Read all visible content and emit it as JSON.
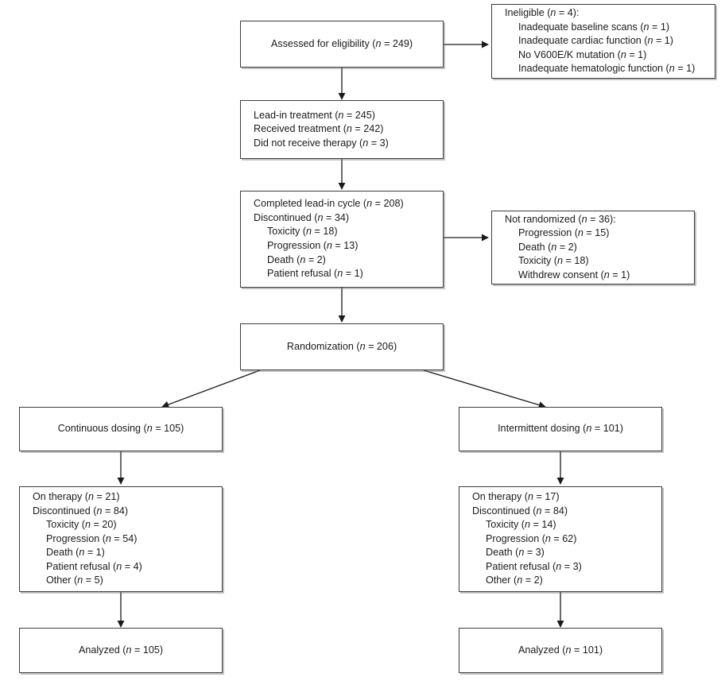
{
  "figure": {
    "type": "consort-flow-diagram",
    "title": "CONSORT participant flow diagram",
    "background_color": "#ffffff",
    "border_color": "#3d3d3d",
    "text_color": "#1a1a1a"
  },
  "nodes": {
    "assessed": {
      "name": "assessed-for-eligibility-box",
      "lines": [
        {
          "text": "Assessed for eligibility (n = 249)",
          "indent": false
        }
      ]
    },
    "ineligible": {
      "name": "ineligible-box",
      "lines": [
        {
          "text": "Ineligible (n = 4):",
          "indent": false
        },
        {
          "text": "Inadequate baseline scans (n = 1)",
          "indent": true
        },
        {
          "text": "Inadequate cardiac function (n = 1)",
          "indent": true
        },
        {
          "text": "No V600E/K mutation (n = 1)",
          "indent": true
        },
        {
          "text": "Inadequate hematologic function (n = 1)",
          "indent": true
        }
      ]
    },
    "leadin": {
      "name": "lead-in-treatment-box",
      "lines": [
        {
          "text": "Lead-in treatment (n = 245)",
          "indent": false
        },
        {
          "text": "Received treatment (n = 242)",
          "indent": false
        },
        {
          "text": "Did not receive therapy (n = 3)",
          "indent": false
        }
      ]
    },
    "completed": {
      "name": "completed-lead-in-cycle-box",
      "lines": [
        {
          "text": "Completed lead-in cycle (n = 208)",
          "indent": false
        },
        {
          "text": "Discontinued (n = 34)",
          "indent": false
        },
        {
          "text": "Toxicity (n = 18)",
          "indent": true
        },
        {
          "text": "Progression (n = 13)",
          "indent": true
        },
        {
          "text": "Death (n = 2)",
          "indent": true
        },
        {
          "text": "Patient refusal (n = 1)",
          "indent": true
        }
      ]
    },
    "not_randomized": {
      "name": "not-randomized-box",
      "lines": [
        {
          "text": "Not randomized (n = 36):",
          "indent": false
        },
        {
          "text": "Progression (n = 15)",
          "indent": true
        },
        {
          "text": "Death (n = 2)",
          "indent": true
        },
        {
          "text": "Toxicity (n = 18)",
          "indent": true
        },
        {
          "text": "Withdrew consent (n = 1)",
          "indent": true
        }
      ]
    },
    "randomization": {
      "name": "randomization-box",
      "lines": [
        {
          "text": "Randomization (n = 206)",
          "indent": false
        }
      ]
    },
    "continuous_dosing": {
      "name": "continuous-dosing-box",
      "lines": [
        {
          "text": "Continuous dosing (n = 105)",
          "indent": false
        }
      ]
    },
    "intermittent_dosing": {
      "name": "intermittent-dosing-box",
      "lines": [
        {
          "text": "Intermittent dosing (n = 101)",
          "indent": false
        }
      ]
    },
    "continuous_outcomes": {
      "name": "continuous-dosing-outcomes-box",
      "lines": [
        {
          "text": "On therapy (n = 21)",
          "indent": false
        },
        {
          "text": "Discontinued (n = 84)",
          "indent": false
        },
        {
          "text": "Toxicity (n = 20)",
          "indent": true
        },
        {
          "text": "Progression (n = 54)",
          "indent": true
        },
        {
          "text": "Death (n = 1)",
          "indent": true
        },
        {
          "text": "Patient refusal (n = 4)",
          "indent": true
        },
        {
          "text": "Other (n = 5)",
          "indent": true
        }
      ]
    },
    "intermittent_outcomes": {
      "name": "intermittent-dosing-outcomes-box",
      "lines": [
        {
          "text": "On therapy (n = 17)",
          "indent": false
        },
        {
          "text": "Discontinued (n = 84)",
          "indent": false
        },
        {
          "text": "Toxicity (n = 14)",
          "indent": true
        },
        {
          "text": "Progression (n = 62)",
          "indent": true
        },
        {
          "text": "Death (n = 3)",
          "indent": true
        },
        {
          "text": "Patient refusal (n = 3)",
          "indent": true
        },
        {
          "text": "Other (n = 2)",
          "indent": true
        }
      ]
    },
    "analyzed_continuous": {
      "name": "analyzed-continuous-box",
      "lines": [
        {
          "text": "Analyzed (n = 105)",
          "indent": false
        }
      ]
    },
    "analyzed_intermittent": {
      "name": "analyzed-intermittent-box",
      "lines": [
        {
          "text": "Analyzed (n = 101)",
          "indent": false
        }
      ]
    }
  },
  "flow_data": {
    "assessed_for_eligibility": 249,
    "ineligible_total": 4,
    "ineligible_reasons": [
      {
        "reason": "Inadequate baseline scans",
        "n": 1
      },
      {
        "reason": "Inadequate cardiac function",
        "n": 1
      },
      {
        "reason": "No V600E/K mutation",
        "n": 1
      },
      {
        "reason": "Inadequate hematologic function",
        "n": 1
      }
    ],
    "lead_in_treatment": 245,
    "received_treatment": 242,
    "did_not_receive_therapy": 3,
    "completed_lead_in_cycle": 208,
    "discontinued_lead_in_total": 34,
    "discontinued_lead_in_reasons": [
      {
        "reason": "Toxicity",
        "n": 18
      },
      {
        "reason": "Progression",
        "n": 13
      },
      {
        "reason": "Death",
        "n": 2
      },
      {
        "reason": "Patient refusal",
        "n": 1
      }
    ],
    "not_randomized_total": 36,
    "not_randomized_reasons": [
      {
        "reason": "Progression",
        "n": 15
      },
      {
        "reason": "Death",
        "n": 2
      },
      {
        "reason": "Toxicity",
        "n": 18
      },
      {
        "reason": "Withdrew consent",
        "n": 1
      }
    ],
    "randomized": 206,
    "arms": [
      {
        "arm": "Continuous dosing",
        "randomized": 105,
        "on_therapy": 21,
        "discontinued": 84,
        "discontinued_reasons": [
          {
            "reason": "Toxicity",
            "n": 20
          },
          {
            "reason": "Progression",
            "n": 54
          },
          {
            "reason": "Death",
            "n": 1
          },
          {
            "reason": "Patient refusal",
            "n": 4
          },
          {
            "reason": "Other",
            "n": 5
          }
        ],
        "analyzed": 105
      },
      {
        "arm": "Intermittent dosing",
        "randomized": 101,
        "on_therapy": 17,
        "discontinued": 84,
        "discontinued_reasons": [
          {
            "reason": "Toxicity",
            "n": 14
          },
          {
            "reason": "Progression",
            "n": 62
          },
          {
            "reason": "Death",
            "n": 3
          },
          {
            "reason": "Patient refusal",
            "n": 3
          },
          {
            "reason": "Other",
            "n": 2
          }
        ],
        "analyzed": 101
      }
    ]
  }
}
